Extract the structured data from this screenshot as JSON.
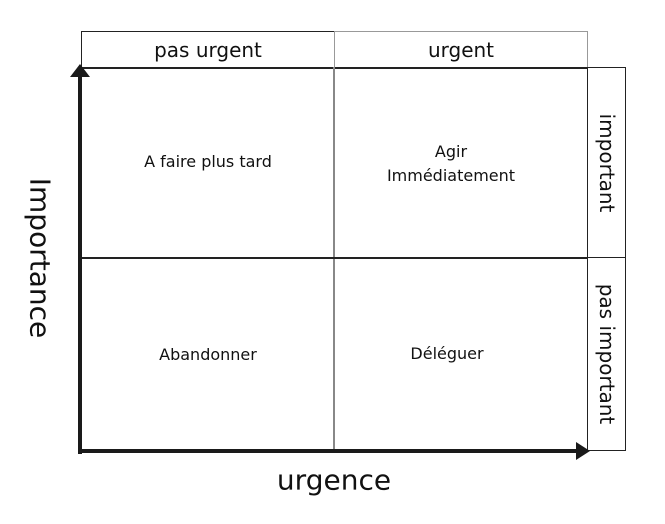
{
  "matrix": {
    "column_headers": [
      "pas urgent",
      "urgent"
    ],
    "row_headers": [
      "important",
      "pas important"
    ],
    "quadrants": {
      "top_left": "A faire plus tard",
      "top_right_line1": "Agir",
      "top_right_line2": "Immédiatement",
      "bottom_left": "Abandonner",
      "bottom_right": "Déléguer"
    },
    "axes": {
      "y_label": "Importance",
      "x_label": "urgence"
    }
  },
  "colors": {
    "axis": "#1a1a1a",
    "divider": "#888888",
    "border": "#222222"
  }
}
